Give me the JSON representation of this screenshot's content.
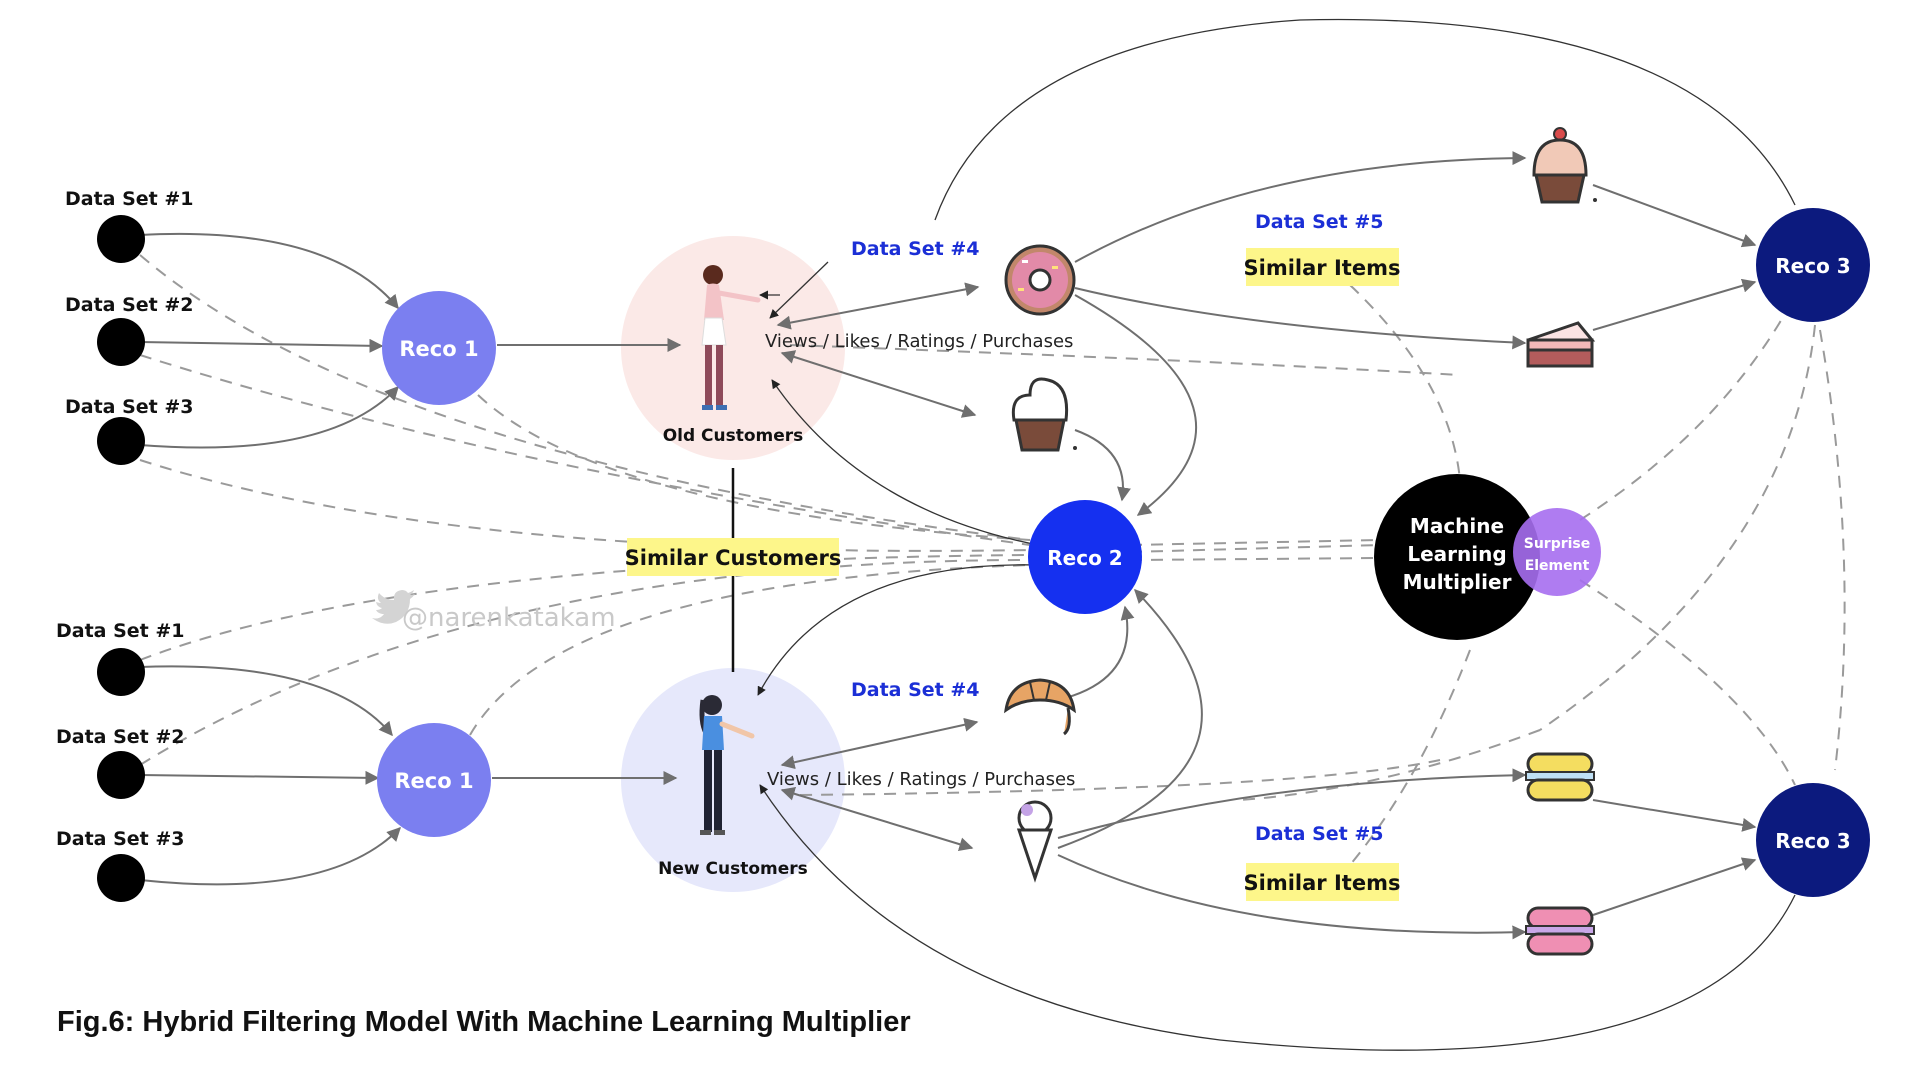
{
  "caption": "Fig.6: Hybrid Filtering Model With Machine Learning Multiplier",
  "watermark": "@narenkatakam",
  "top": {
    "datasets": [
      "Data Set #1",
      "Data Set #2",
      "Data Set #3"
    ],
    "reco1": "Reco 1",
    "customers_label": "Old Customers",
    "interactions": "Views / Likes / Ratings / Purchases",
    "dataset4": "Data Set #4",
    "dataset5": "Data Set #5",
    "similar_items": "Similar Items",
    "reco3": "Reco 3",
    "items": [
      "donut-icon",
      "cupcake-icon",
      "cherry-cupcake-icon",
      "cake-slice-icon"
    ]
  },
  "bottom": {
    "datasets": [
      "Data Set #1",
      "Data Set #2",
      "Data Set #3"
    ],
    "reco1": "Reco 1",
    "customers_label": "New Customers",
    "interactions": "Views / Likes / Ratings / Purchases",
    "dataset4": "Data Set #4",
    "dataset5": "Data Set #5",
    "similar_items": "Similar Items",
    "reco3": "Reco 3",
    "items": [
      "croissant-icon",
      "ice-cream-cone-icon",
      "yellow-macaron-icon",
      "pink-macaron-icon"
    ]
  },
  "similar_customers": "Similar Customers",
  "reco2": "Reco 2",
  "ml_multiplier": [
    "Machine",
    "Learning",
    "Multiplier"
  ],
  "surprise_element": [
    "Surprise",
    "Element"
  ],
  "colors": {
    "reco1": "#7b7ff0",
    "reco2": "#1530f0",
    "reco3": "#0c1a7e",
    "ml": "#000000",
    "surprise": "#a66ef0",
    "old_customers_bg": "#fbe9e7",
    "new_customers_bg": "#e6e8fb",
    "highlight": "#fdf68a",
    "dataset_blue": "#1b2fd6"
  }
}
